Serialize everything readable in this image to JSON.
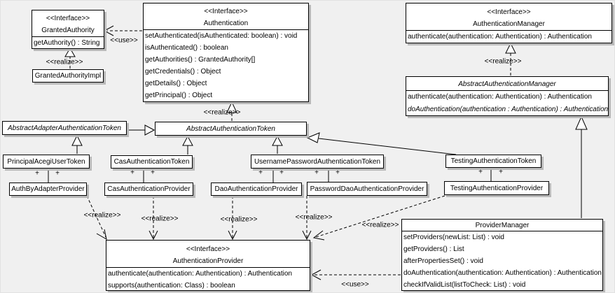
{
  "diagram": {
    "classes": {
      "granted_authority": {
        "stereotype": "<<Interface>>",
        "name": "GrantedAuthority",
        "methods": [
          "getAuthority() : String"
        ]
      },
      "granted_authority_impl": {
        "name": "GrantedAuthorityImpl"
      },
      "authentication": {
        "stereotype": "<<Interface>>",
        "name": "Authentication",
        "methods": [
          "setAuthenticated(isAuthenticated: boolean) : void",
          "isAuthenticated() : boolean",
          "getAuthorities() : GrantedAuthority[]",
          "getCredentials() : Object",
          "getDetails() : Object",
          "getPrincipal() : Object"
        ]
      },
      "authentication_manager": {
        "stereotype": "<<Interface>>",
        "name": "AuthenticationManager",
        "methods": [
          "authenticate(authentication: Authentication) : Authentication"
        ]
      },
      "abstract_authentication_manager": {
        "name": "AbstractAuthenticationManager",
        "methods": [
          "authenticate(authentication: Authentication) : Authentication",
          "doAuthentication(authentication : Authentication) : Authentication"
        ]
      },
      "abstract_adapter_authentication_token": {
        "name": "AbstractAdapterAuthenticationToken"
      },
      "abstract_authentication_token": {
        "name": "AbstractAuthenticationToken"
      },
      "principal_acegi_user_token": {
        "name": "PrincipalAcegiUserToken"
      },
      "cas_authentication_token": {
        "name": "CasAuthenticationToken"
      },
      "username_password_authentication_token": {
        "name": "UsernamePasswordAuthenticationToken"
      },
      "testing_authentication_token": {
        "name": "TestingAuthenticationToken"
      },
      "auth_by_adapter_provider": {
        "name": "AuthByAdapterProvider"
      },
      "cas_authentication_provider": {
        "name": "CasAuthenticationProvider"
      },
      "dao_authentication_provider": {
        "name": "DaoAuthenticationProvider"
      },
      "password_dao_authentication_provider": {
        "name": "PasswordDaoAuthenticationProvider"
      },
      "testing_authentication_provider": {
        "name": "TestingAuthenticationProvider"
      },
      "authentication_provider": {
        "stereotype": "<<Interface>>",
        "name": "AuthenticationProvider",
        "methods": [
          "authenticate(authentication: Authentication) : Authentication",
          "supports(authentication: Class) : boolean"
        ]
      },
      "provider_manager": {
        "name": "ProviderManager",
        "methods": [
          "setProviders(newList: List) : void",
          "getProviders() : List",
          "afterPropertiesSet() : void",
          "doAuthentication(authentication: Authentication) : Authentication",
          "checkIfValidList(listToCheck: List) : void"
        ]
      }
    },
    "edges": {
      "use_authentication_grantedauthority": "<<use>>",
      "realize_grantedauthorityimpl": "<<realize>>",
      "realize_abstractauthenticationtoken": "<<realize>>",
      "realize_abstractauthenticationmanager": "<<realize>>",
      "realize_authbyadapterprovider": "<<realize>>",
      "realize_casauthenticationprovider": "<<realize>>",
      "realize_daoauthenticationprovider": "<<realize>>",
      "realize_passworddaoauthenticationprovider": "<<realize>>",
      "realize_testingauthenticationprovider": "<<realize>>",
      "use_providermanager": "<<use>>",
      "plus": "+"
    },
    "colors": {
      "background": "#f0f0f0",
      "box_fill": "#ffffff",
      "line": "#000000",
      "shadow": "#b9b9b9"
    }
  }
}
